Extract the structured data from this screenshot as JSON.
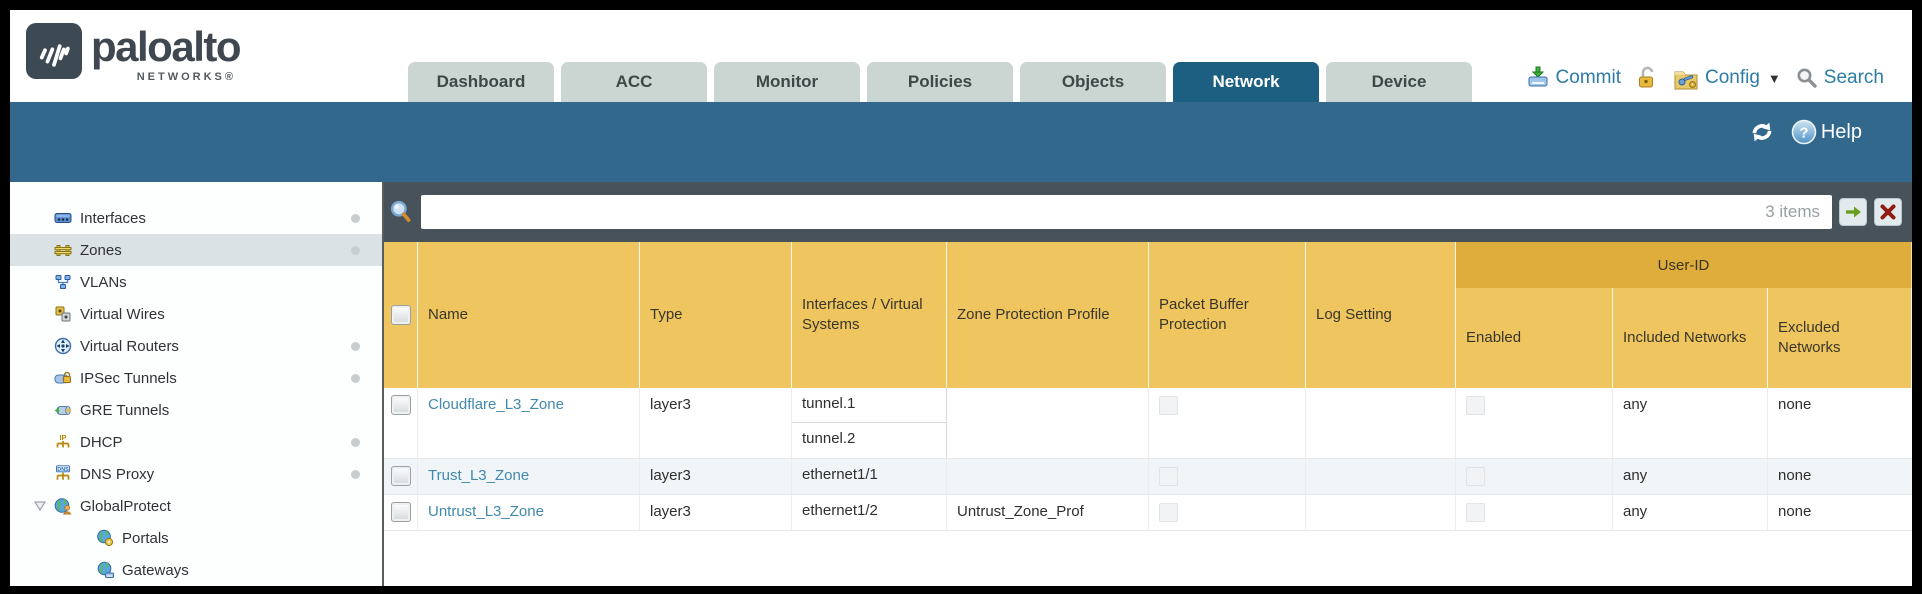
{
  "header": {
    "logo": {
      "brand": "paloalto",
      "networks": "NETWORKS®"
    },
    "tabs": [
      {
        "label": "Dashboard",
        "active": false
      },
      {
        "label": "ACC",
        "active": false
      },
      {
        "label": "Monitor",
        "active": false
      },
      {
        "label": "Policies",
        "active": false
      },
      {
        "label": "Objects",
        "active": false
      },
      {
        "label": "Network",
        "active": true
      },
      {
        "label": "Device",
        "active": false
      }
    ],
    "utilities": {
      "commit_label": "Commit",
      "config_label": "Config",
      "search_label": "Search"
    }
  },
  "band": {
    "help_label": "Help"
  },
  "sidebar": {
    "items": [
      {
        "label": "Interfaces",
        "icon": "interfaces-icon",
        "dot": true
      },
      {
        "label": "Zones",
        "icon": "zones-icon",
        "dot": true,
        "selected": true
      },
      {
        "label": "VLANs",
        "icon": "vlans-icon"
      },
      {
        "label": "Virtual Wires",
        "icon": "virtual-wires-icon"
      },
      {
        "label": "Virtual Routers",
        "icon": "virtual-routers-icon",
        "dot": true
      },
      {
        "label": "IPSec Tunnels",
        "icon": "ipsec-tunnels-icon",
        "dot": true
      },
      {
        "label": "GRE Tunnels",
        "icon": "gre-tunnels-icon"
      },
      {
        "label": "DHCP",
        "icon": "dhcp-icon",
        "dot": true
      },
      {
        "label": "DNS Proxy",
        "icon": "dns-proxy-icon",
        "dot": true
      },
      {
        "label": "GlobalProtect",
        "icon": "globalprotect-icon",
        "expanded": true
      },
      {
        "label": "Portals",
        "icon": "portals-icon",
        "child": true
      },
      {
        "label": "Gateways",
        "icon": "gateways-icon",
        "child": true
      }
    ]
  },
  "filter": {
    "value": "",
    "placeholder": "",
    "count_label": "3 items"
  },
  "table": {
    "columns": [
      "Name",
      "Type",
      "Interfaces / Virtual Systems",
      "Zone Protection Profile",
      "Packet Buffer Protection",
      "Log Setting"
    ],
    "user_id_group": {
      "label": "User-ID",
      "columns": [
        "Enabled",
        "Included Networks",
        "Excluded Networks"
      ]
    },
    "rows": [
      {
        "name": "Cloudflare_L3_Zone",
        "type": "layer3",
        "interfaces": [
          "tunnel.1",
          "tunnel.2"
        ],
        "zone_protection_profile": "",
        "packet_buffer_protection": false,
        "log_setting": "",
        "user_id_enabled": false,
        "included_networks": "any",
        "excluded_networks": "none"
      },
      {
        "name": "Trust_L3_Zone",
        "type": "layer3",
        "interfaces": [
          "ethernet1/1"
        ],
        "zone_protection_profile": "",
        "packet_buffer_protection": false,
        "log_setting": "",
        "user_id_enabled": false,
        "included_networks": "any",
        "excluded_networks": "none"
      },
      {
        "name": "Untrust_L3_Zone",
        "type": "layer3",
        "interfaces": [
          "ethernet1/2"
        ],
        "zone_protection_profile": "Untrust_Zone_Prof",
        "packet_buffer_protection": false,
        "log_setting": "",
        "user_id_enabled": false,
        "included_networks": "any",
        "excluded_networks": "none"
      }
    ]
  },
  "colors": {
    "teal_band": "#31688c",
    "tab_active": "#1d5f81",
    "tab_inactive": "#cbd6d3",
    "filter_bar": "#47525a",
    "header_amber": "#eec55e",
    "header_amber_dark": "#dfad3c",
    "link_blue": "#4189ad",
    "row_alt": "#f1f5f7"
  }
}
